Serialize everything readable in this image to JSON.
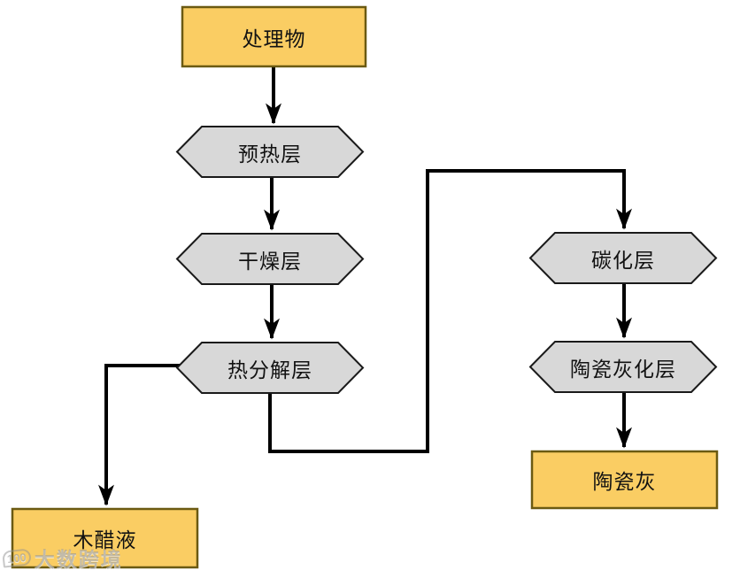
{
  "diagram": {
    "nodes": {
      "treated_material": {
        "label": "处理物",
        "shape": "rectangle",
        "role": "input"
      },
      "preheat_layer": {
        "label": "预热层",
        "shape": "hexagon",
        "role": "process"
      },
      "drying_layer": {
        "label": "干燥层",
        "shape": "hexagon",
        "role": "process"
      },
      "pyrolysis_layer": {
        "label": "热分解层",
        "shape": "hexagon",
        "role": "process"
      },
      "carbonization_layer": {
        "label": "碳化层",
        "shape": "hexagon",
        "role": "process"
      },
      "ceramic_ashing_layer": {
        "label": "陶瓷灰化层",
        "shape": "hexagon",
        "role": "process"
      },
      "wood_vinegar": {
        "label": "木醋液",
        "shape": "rectangle",
        "role": "output"
      },
      "ceramic_ash": {
        "label": "陶瓷灰",
        "shape": "rectangle",
        "role": "output"
      }
    },
    "edges": [
      {
        "from": "treated_material",
        "to": "preheat_layer"
      },
      {
        "from": "preheat_layer",
        "to": "drying_layer"
      },
      {
        "from": "drying_layer",
        "to": "pyrolysis_layer"
      },
      {
        "from": "pyrolysis_layer",
        "to": "wood_vinegar"
      },
      {
        "from": "pyrolysis_layer",
        "to": "carbonization_layer"
      },
      {
        "from": "carbonization_layer",
        "to": "ceramic_ashing_layer"
      },
      {
        "from": "ceramic_ashing_layer",
        "to": "ceramic_ash"
      }
    ],
    "colors": {
      "terminal_fill": "#FACD63",
      "terminal_border": "#6B5A12",
      "layer_fill": "#D8D8D8",
      "layer_border": "#1A1A1A",
      "connector": "#000000",
      "background": "#FFFFFF"
    }
  },
  "watermark": {
    "icon": "100",
    "text": "大数跨境"
  }
}
